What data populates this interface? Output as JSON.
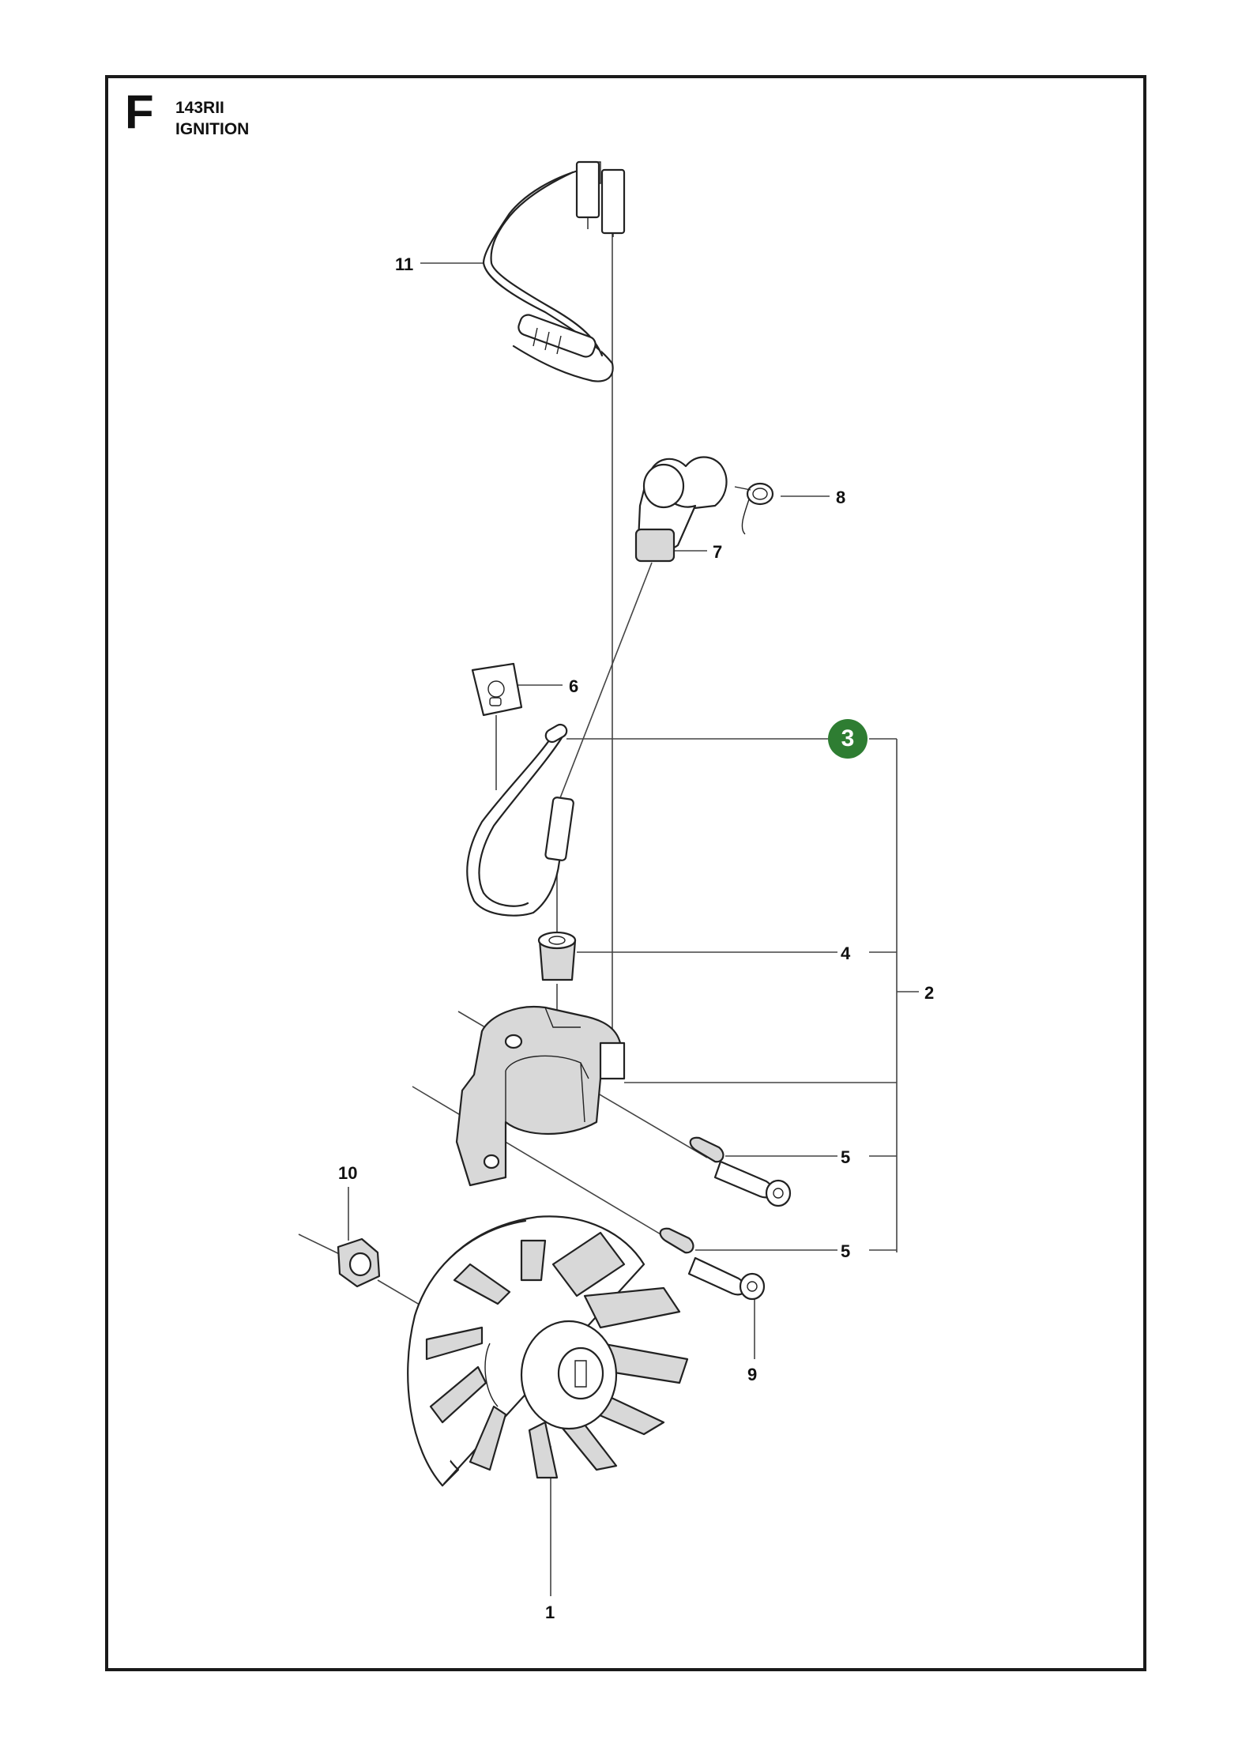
{
  "header": {
    "section_letter": "F",
    "model": "143RII",
    "section_title": "IGNITION"
  },
  "callouts": [
    {
      "id": "11",
      "label": "11"
    },
    {
      "id": "8",
      "label": "8"
    },
    {
      "id": "7",
      "label": "7"
    },
    {
      "id": "6",
      "label": "6"
    },
    {
      "id": "3",
      "label": "3",
      "highlight_color": "#2e7d32"
    },
    {
      "id": "4",
      "label": "4"
    },
    {
      "id": "2",
      "label": "2"
    },
    {
      "id": "5a",
      "label": "5"
    },
    {
      "id": "10",
      "label": "10"
    },
    {
      "id": "5b",
      "label": "5"
    },
    {
      "id": "9",
      "label": "9"
    },
    {
      "id": "1",
      "label": "1"
    }
  ]
}
